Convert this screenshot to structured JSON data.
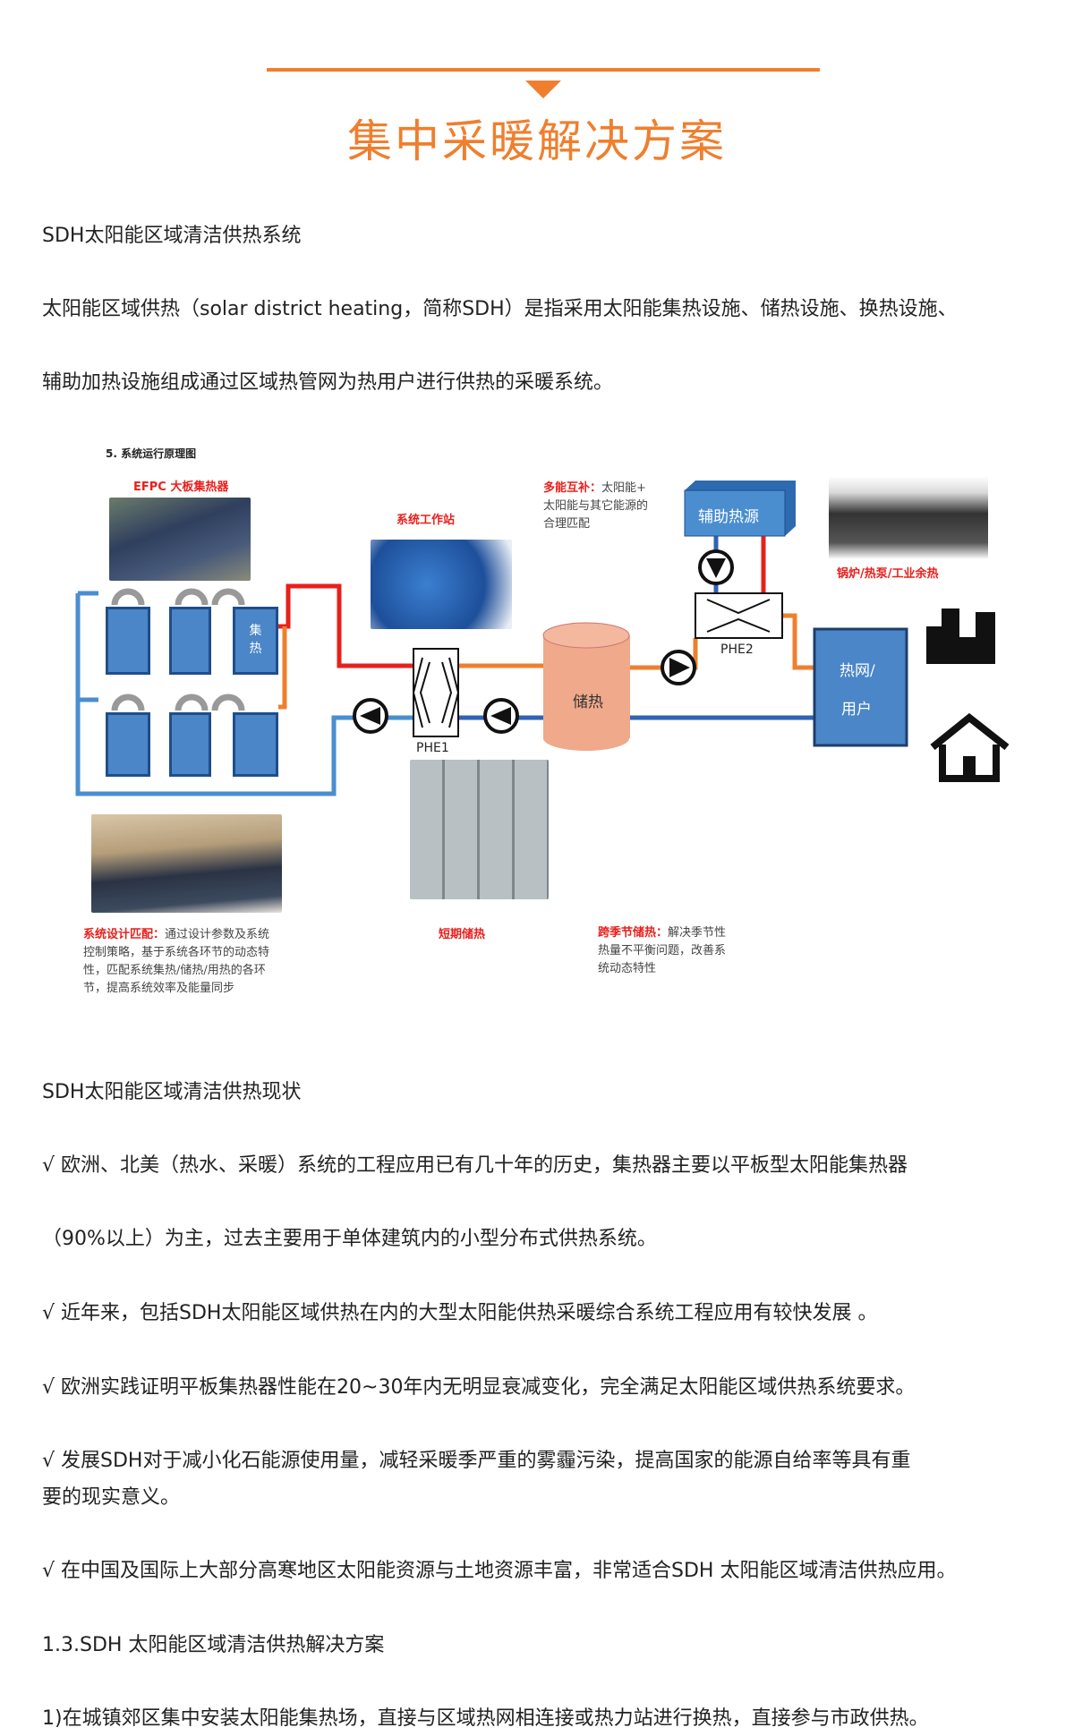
{
  "header": {
    "title": "集中采暖解决方案"
  },
  "intro": {
    "heading": "SDH太阳能区域清洁供热系统",
    "para_line1": "太阳能区域供热（solar district heating，简称SDH）是指采用太阳能集热设施、储热设施、换热设施、",
    "para_line2": "辅助加热设施组成通过区域热管网为热用户进行供热的采暖系统。"
  },
  "diagram": {
    "title": "5.   系统运行原理图",
    "efpc_label": "EFPC 大板集热器",
    "collector_label": "集热",
    "workstation_label": "系统工作站",
    "multi_energy_label": "多能互补：",
    "multi_energy_text1": "太阳能+",
    "multi_energy_text2": "太阳能与其它能源的",
    "multi_energy_text3": "合理匹配",
    "aux_heat_label": "辅助热源",
    "boiler_label": "锅炉/热泵/工业余热",
    "storage_label": "储热",
    "phe1": "PHE1",
    "phe2": "PHE2",
    "network_label1": "热网/",
    "network_label2": "用户",
    "short_storage_label": "短期储热",
    "design_label": "系统设计匹配：",
    "design_text1": "通过设计参数及系统",
    "design_text2": "控制策略，基于系统各环节的动态特",
    "design_text3": "性，匹配系统集热/储热/用热的各环",
    "design_text4": "节，提高系统效率及能量同步",
    "seasonal_label": "跨季节储热：",
    "seasonal_text1": "解决季节性",
    "seasonal_text2": "热量不平衡问题，改善系",
    "seasonal_text3": "统动态特性"
  },
  "status": {
    "heading": "SDH太阳能区域清洁供热现状",
    "b1_line1": "√ 欧洲、北美（热水、采暖）系统的工程应用已有几十年的历史，集热器主要以平板型太阳能集热器",
    "b1_line2": "（90%以上）为主，过去主要用于单体建筑内的小型分布式供热系统。",
    "b2": "√ 近年来，包括SDH太阳能区域供热在内的大型太阳能供热采暖综合系统工程应用有较快发展 。",
    "b3": "√ 欧洲实践证明平板集热器性能在20~30年内无明显衰减变化，完全满足太阳能区域供热系统要求。",
    "b4_line1": "√ 发展SDH对于减小化石能源使用量，减轻采暖季严重的雾霾污染，提高国家的能源自给率等具有重",
    "b4_line2": "要的现实意义。",
    "b5": "√ 在中国及国际上大部分高寒地区太阳能资源与土地资源丰富，非常适合SDH 太阳能区域清洁供热应用。"
  },
  "solution": {
    "heading": "1.3.SDH 太阳能区域清洁供热解决方案",
    "item1": "1)在城镇郊区集中安装太阳能集热场，直接与区域热网相连接或热力站进行换热，直接参与市政供热。"
  }
}
